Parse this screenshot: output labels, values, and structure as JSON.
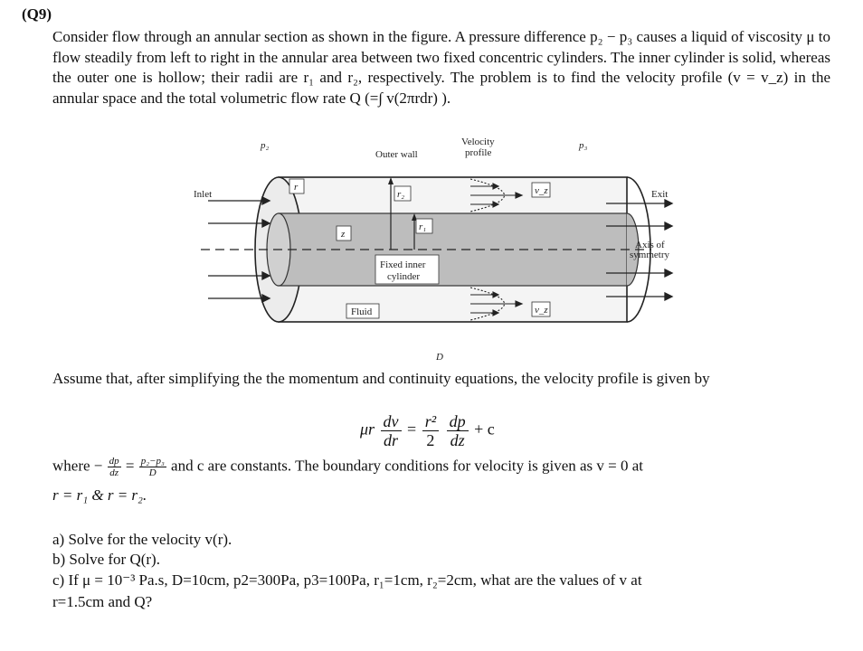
{
  "question_number": "(Q9)",
  "intro": {
    "text": "Consider flow through an annular section as shown in the figure. A pressure difference p₂ − p₃ causes a liquid of viscosity μ to flow steadily from left to right in the annular area between two fixed concentric cylinders. The inner cylinder is solid, whereas the outer one is hollow; their radii are r₁ and r₂, respectively. The problem is to find the velocity profile (v = v_z) in the annular space and the total volumetric flow rate Q (=∫ v(2πrdr) )."
  },
  "figure": {
    "label_p2": "p₂",
    "label_p3": "p₃",
    "label_outer_wall": "Outer wall",
    "label_velocity_profile_1": "Velocity",
    "label_velocity_profile_2": "profile",
    "label_inlet": "Inlet",
    "label_exit": "Exit",
    "label_axis_1": "Axis of",
    "label_axis_2": "symmetry",
    "label_fixed_inner_1": "Fixed inner",
    "label_fixed_inner_2": "cylinder",
    "label_fluid": "Fluid",
    "label_r": "r",
    "label_r2": "r₂",
    "label_r1": "r₁",
    "label_z": "z",
    "label_vz": "v_z",
    "label_D": "D"
  },
  "assume": "Assume that, after simplifying the the momentum and continuity equations, the velocity profile is given by",
  "equation": {
    "mu_r": "μr",
    "dv": "dv",
    "dr": "dr",
    "equals": "=",
    "r2": "r²",
    "two": "2",
    "dp": "dp",
    "dz": "dz",
    "plus_c": "+ c"
  },
  "where": {
    "prefix": "where −",
    "dp": "dp",
    "dz": "dz",
    "eq": "=",
    "p_diff": "p₂−p₃",
    "D": "D",
    "suffix": "and c are constants. The boundary conditions for velocity is given as v = 0 at",
    "line2": "r = r₁ & r = r₂."
  },
  "questions": {
    "a": "a) Solve for the velocity v(r).",
    "b": "b) Solve for Q(r).",
    "c": "c) If μ = 10⁻³ Pa.s, D=10cm, p2=300Pa, p3=100Pa, r₁=1cm, r₂=2cm, what are the values of v at",
    "c2": "r=1.5cm and Q?"
  }
}
